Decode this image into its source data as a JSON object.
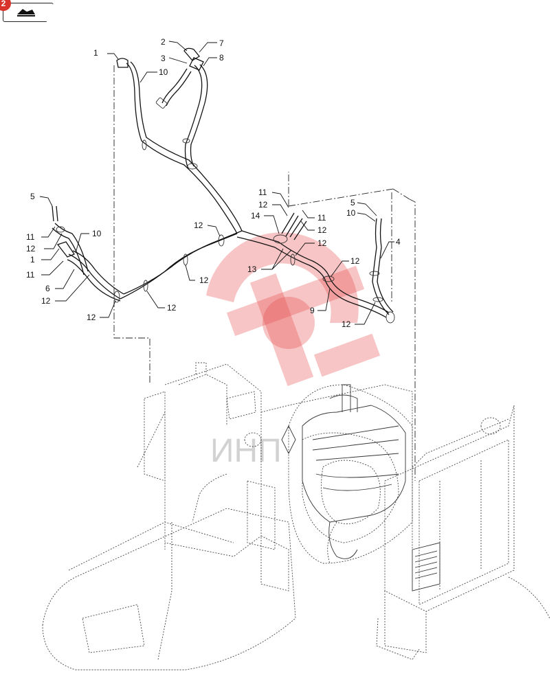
{
  "header": {
    "badge_text": "2",
    "tab_icon": "book-arrow-icon"
  },
  "watermark": {
    "text": "ИНП",
    "color": "#e74c4c"
  },
  "callouts": [
    {
      "id": "c1a",
      "text": "1"
    },
    {
      "id": "c10a",
      "text": "10"
    },
    {
      "id": "c2",
      "text": "2"
    },
    {
      "id": "c3",
      "text": "3"
    },
    {
      "id": "c7",
      "text": "7"
    },
    {
      "id": "c8",
      "text": "8"
    },
    {
      "id": "c5a",
      "text": "5"
    },
    {
      "id": "c11a",
      "text": "11"
    },
    {
      "id": "c12a",
      "text": "12"
    },
    {
      "id": "c1b",
      "text": "1"
    },
    {
      "id": "c10b",
      "text": "10"
    },
    {
      "id": "c11b",
      "text": "11"
    },
    {
      "id": "c6",
      "text": "6"
    },
    {
      "id": "c12b",
      "text": "12"
    },
    {
      "id": "c12c",
      "text": "12"
    },
    {
      "id": "c12d",
      "text": "12"
    },
    {
      "id": "c12e",
      "text": "12"
    },
    {
      "id": "c12f",
      "text": "12"
    },
    {
      "id": "c11c",
      "text": "11"
    },
    {
      "id": "c12g",
      "text": "12"
    },
    {
      "id": "c14",
      "text": "14"
    },
    {
      "id": "c11d",
      "text": "11"
    },
    {
      "id": "c12h",
      "text": "12"
    },
    {
      "id": "c12i",
      "text": "12"
    },
    {
      "id": "c13",
      "text": "13"
    },
    {
      "id": "c5b",
      "text": "5"
    },
    {
      "id": "c10c",
      "text": "10"
    },
    {
      "id": "c4",
      "text": "4"
    },
    {
      "id": "c12j",
      "text": "12"
    },
    {
      "id": "c9",
      "text": "9"
    },
    {
      "id": "c12k",
      "text": "12"
    }
  ]
}
